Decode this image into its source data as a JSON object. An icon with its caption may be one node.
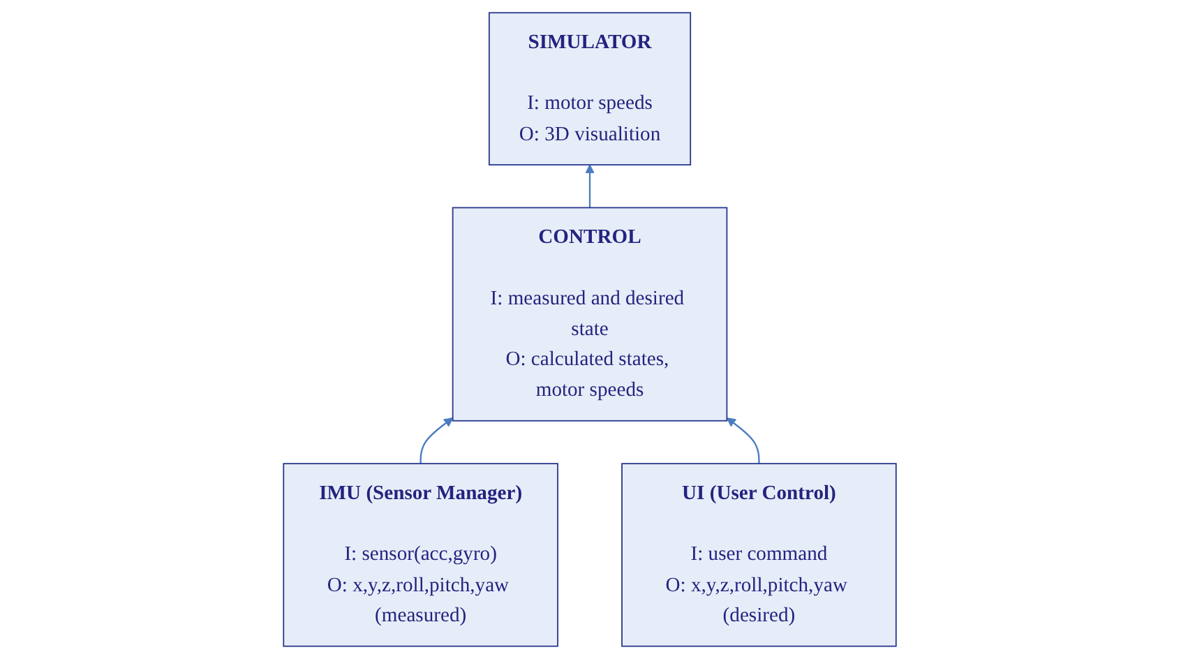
{
  "diagram": {
    "nodes": [
      {
        "text": [
          "SIMULATOR",
          "I: motor speeds",
          "O: 3D visualition"
        ]
      },
      {
        "text": [
          "CONTROL",
          "I: measured and desired state",
          "O: calculated states, motor speeds"
        ]
      },
      {
        "text": [
          "IMU (Sensor Manager)",
          "I: sensor(acc,gyro)",
          "O: x,y,z,roll,pitch,yaw (measured)"
        ]
      },
      {
        "text": [
          "UI (User Control)",
          "I: user command",
          "O: x,y,z,roll,pitch,yaw (desired)"
        ]
      }
    ],
    "edges": [
      {
        "from": 1,
        "to": 0,
        "arrow": "to"
      },
      {
        "from": 2,
        "to": 1,
        "arrow": "to"
      },
      {
        "from": 3,
        "to": 1,
        "arrow": "to"
      }
    ]
  }
}
